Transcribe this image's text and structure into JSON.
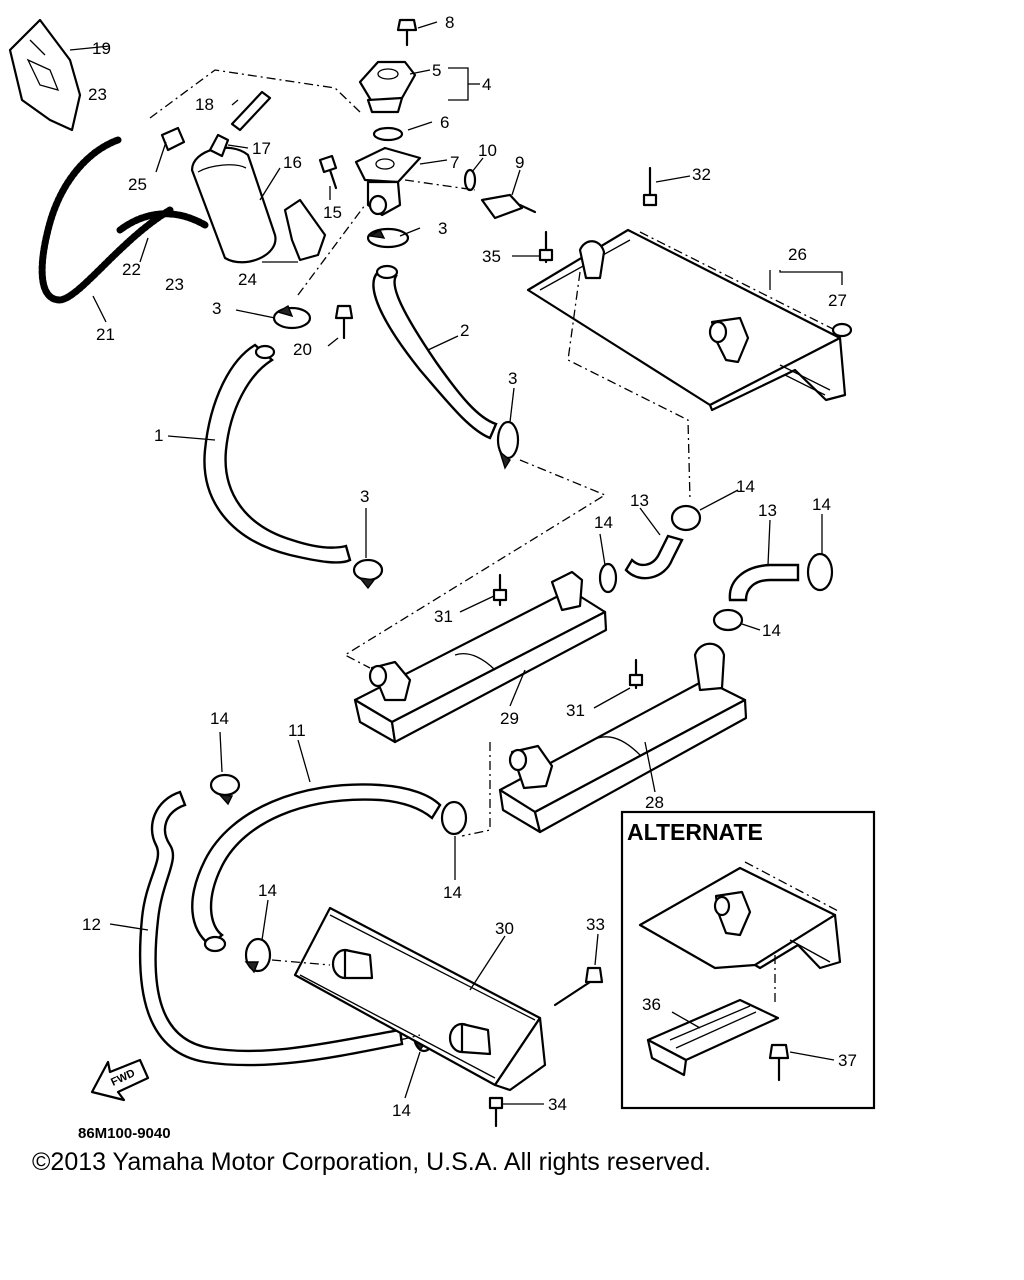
{
  "diagram": {
    "alternate_label": "ALTERNATE",
    "fwd_label": "FWD",
    "drawing_code": "86M100-9040",
    "copyright": "©2013 Yamaha Motor Corporation, U.S.A. All rights reserved.",
    "callouts": {
      "c1": "1",
      "c2": "2",
      "c3a": "3",
      "c3b": "3",
      "c3c": "3",
      "c3d": "3",
      "c4": "4",
      "c5": "5",
      "c6": "6",
      "c7": "7",
      "c8": "8",
      "c9": "9",
      "c10": "10",
      "c11": "11",
      "c12": "12",
      "c13a": "13",
      "c13b": "13",
      "c14a": "14",
      "c14b": "14",
      "c14c": "14",
      "c14d": "14",
      "c14e": "14",
      "c14f": "14",
      "c14g": "14",
      "c14h": "14",
      "c15": "15",
      "c16": "16",
      "c17": "17",
      "c18": "18",
      "c19": "19",
      "c20": "20",
      "c21": "21",
      "c22": "22",
      "c23a": "23",
      "c23b": "23",
      "c24": "24",
      "c25": "25",
      "c26": "26",
      "c27": "27",
      "c28": "28",
      "c29": "29",
      "c30": "30",
      "c31a": "31",
      "c31b": "31",
      "c32": "32",
      "c33": "33",
      "c34": "34",
      "c35": "35",
      "c36": "36",
      "c37": "37"
    }
  }
}
